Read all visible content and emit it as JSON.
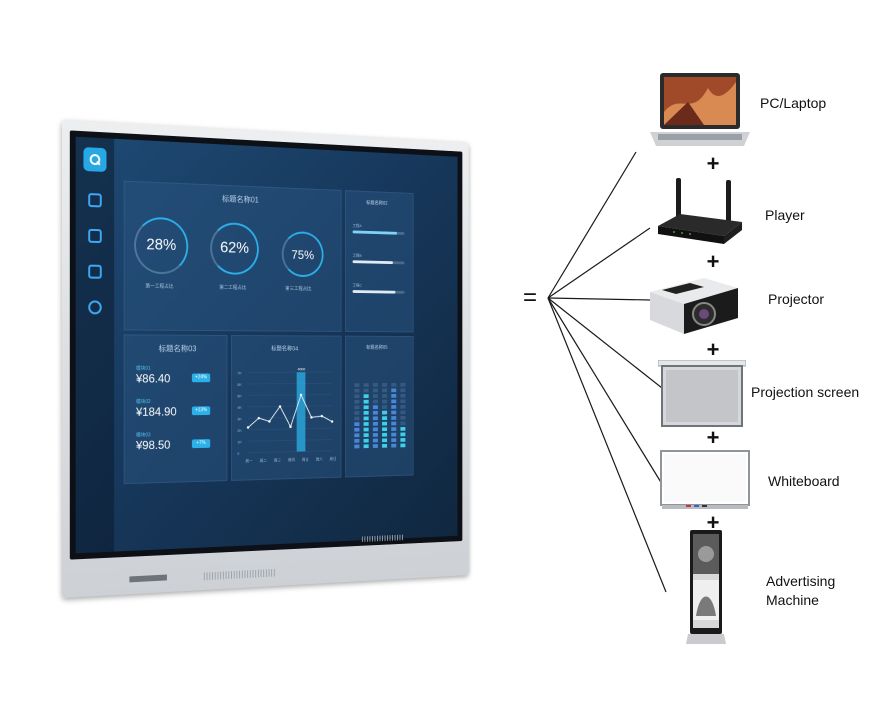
{
  "equals_sign": "=",
  "plus_sign": "+",
  "devices": [
    {
      "label": "PC/Laptop",
      "icon": "laptop-icon"
    },
    {
      "label": "Player",
      "icon": "router-icon"
    },
    {
      "label": "Projector",
      "icon": "projector-icon"
    },
    {
      "label": "Projection screen",
      "icon": "projection-screen-icon"
    },
    {
      "label": "Whiteboard",
      "icon": "whiteboard-icon"
    },
    {
      "label": "Advertising Machine",
      "icon": "kiosk-icon"
    }
  ],
  "screen": {
    "panel1_title": "标题名称01",
    "panel2_title": "标题名称02",
    "panel3_title": "标题名称03",
    "panel4_title": "标题名称04",
    "panel5_title": "标题名称05",
    "rings": [
      {
        "value": "28%",
        "label": "第一工程占比"
      },
      {
        "value": "62%",
        "label": "第二工程占比"
      },
      {
        "value": "75%",
        "label": "第三工程占比"
      }
    ],
    "prices": [
      {
        "tag": "模块01",
        "value": "¥86.40",
        "change": "+24%"
      },
      {
        "tag": "模块02",
        "value": "¥184.90",
        "change": "+13%"
      },
      {
        "tag": "模块03",
        "value": "¥98.50",
        "change": "+7%"
      }
    ],
    "progress": [
      {
        "label": "工程A",
        "fraction": 0.85
      },
      {
        "label": "工程B",
        "fraction": 0.78
      },
      {
        "label": "工程C",
        "fraction": 0.82
      }
    ],
    "line_chart": {
      "values": [
        2.2,
        3.0,
        2.7,
        4.0,
        2.2,
        5.0,
        3.0,
        3.1,
        2.6
      ],
      "y_ticks": [
        "7K",
        "6K",
        "5K",
        "4K",
        "3K",
        "2K",
        "1K",
        "0"
      ],
      "x_ticks": [
        "周一",
        "周二",
        "周三",
        "周四",
        "周五",
        "周六",
        "周日"
      ],
      "highlight_label": "4000"
    },
    "bar_levels": [
      0.45,
      0.8,
      0.7,
      0.55,
      0.9,
      0.35
    ]
  },
  "colors": {
    "accent": "#2bb0e8",
    "screen_bg": "#17385c",
    "line": "#1a1a1a"
  }
}
